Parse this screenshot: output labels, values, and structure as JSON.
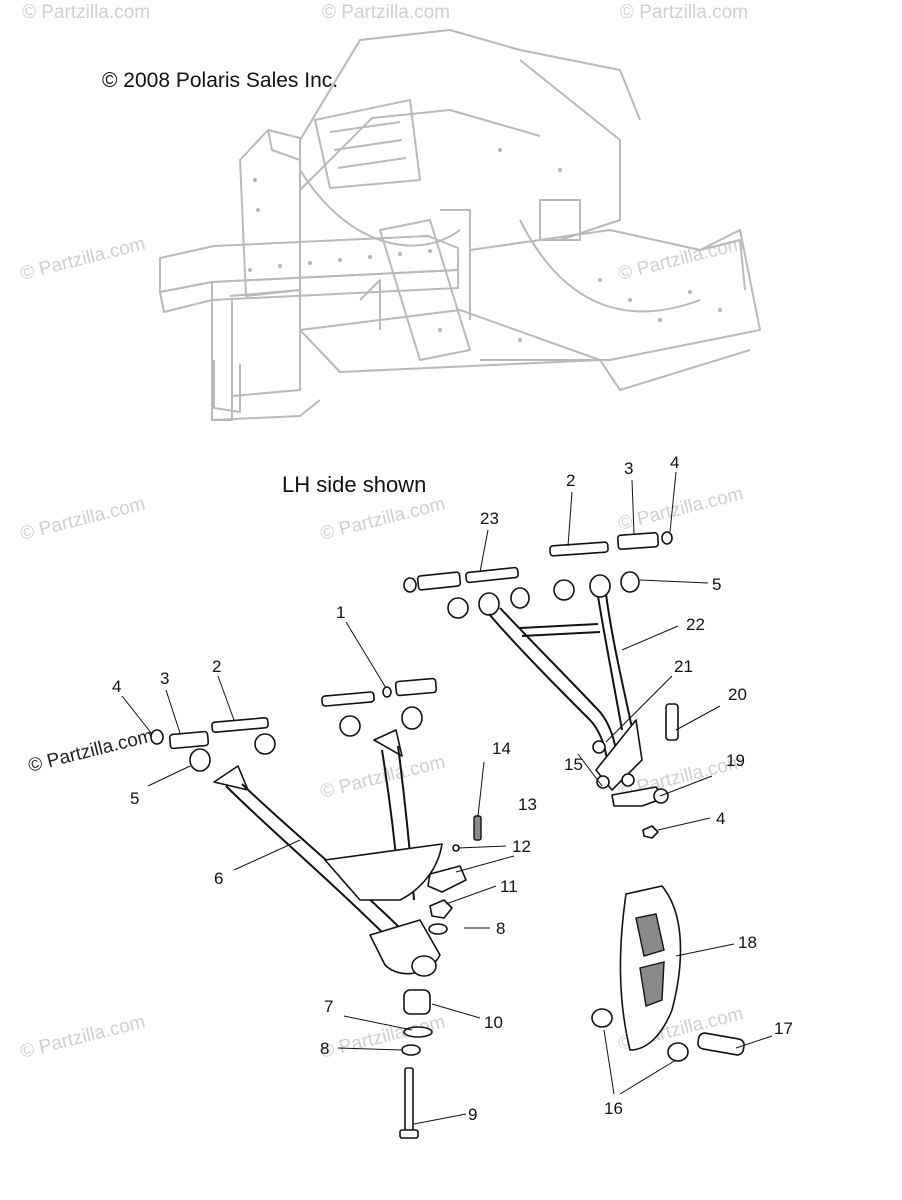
{
  "copyright": "© 2008 Polaris Sales Inc.",
  "caption": "LH side shown",
  "watermark": "© Partzilla.com",
  "callouts": [
    {
      "id": "c1",
      "label": "1"
    },
    {
      "id": "c2a",
      "label": "2"
    },
    {
      "id": "c2b",
      "label": "2"
    },
    {
      "id": "c3a",
      "label": "3"
    },
    {
      "id": "c3b",
      "label": "3"
    },
    {
      "id": "c4a",
      "label": "4"
    },
    {
      "id": "c4b",
      "label": "4"
    },
    {
      "id": "c4c",
      "label": "4"
    },
    {
      "id": "c5a",
      "label": "5"
    },
    {
      "id": "c5b",
      "label": "5"
    },
    {
      "id": "c6",
      "label": "6"
    },
    {
      "id": "c7",
      "label": "7"
    },
    {
      "id": "c8a",
      "label": "8"
    },
    {
      "id": "c8b",
      "label": "8"
    },
    {
      "id": "c9",
      "label": "9"
    },
    {
      "id": "c10",
      "label": "10"
    },
    {
      "id": "c11",
      "label": "11"
    },
    {
      "id": "c12",
      "label": "12"
    },
    {
      "id": "c13",
      "label": "13"
    },
    {
      "id": "c14",
      "label": "14"
    },
    {
      "id": "c15",
      "label": "15"
    },
    {
      "id": "c16",
      "label": "16"
    },
    {
      "id": "c17",
      "label": "17"
    },
    {
      "id": "c18",
      "label": "18"
    },
    {
      "id": "c19",
      "label": "19"
    },
    {
      "id": "c20",
      "label": "20"
    },
    {
      "id": "c21",
      "label": "21"
    },
    {
      "id": "c22",
      "label": "22"
    },
    {
      "id": "c23",
      "label": "23"
    }
  ]
}
